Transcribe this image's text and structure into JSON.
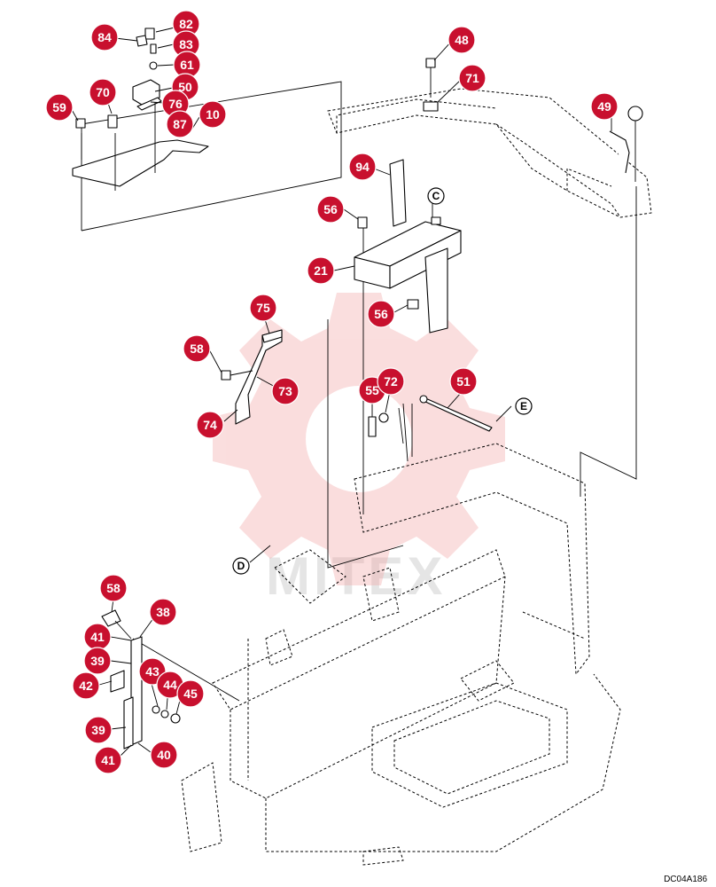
{
  "drawing_code": "DC04A186",
  "watermark": "MITEX",
  "colors": {
    "callout": "#c8102e",
    "line": "#000000",
    "watermark": "#f2a0a0"
  },
  "callouts": [
    "84",
    "82",
    "83",
    "61",
    "50",
    "76",
    "87",
    "10",
    "70",
    "59",
    "48",
    "71",
    "49",
    "94",
    "56",
    "21",
    "56",
    "75",
    "58",
    "73",
    "74",
    "55",
    "72",
    "51",
    "58",
    "38",
    "41",
    "39",
    "42",
    "43",
    "44",
    "45",
    "39",
    "41",
    "40"
  ],
  "reference_letters": [
    "C",
    "E",
    "D"
  ]
}
